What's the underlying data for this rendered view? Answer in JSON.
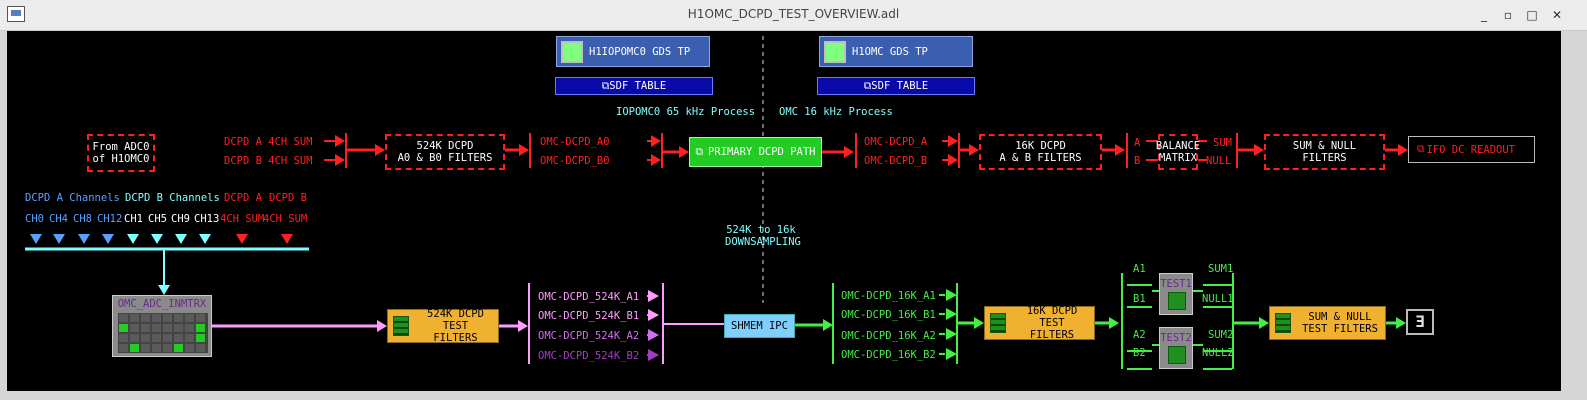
{
  "window": {
    "title": "H1OMC_DCPD_TEST_OVERVIEW.adl",
    "minimize": "_",
    "restore": "▫",
    "maximize": "□",
    "close": "✕"
  },
  "top": {
    "gds_left": "H1IOPOMC0 GDS TP",
    "gds_right": "H1OMC GDS TP",
    "sdf_left": "SDF TABLE",
    "sdf_right": "SDF TABLE",
    "proc_left": "IOPOMC0 65 kHz Process",
    "proc_right": "OMC 16 kHz Process"
  },
  "upper_chain": {
    "from_adc": [
      "From ADC0",
      "of H1OMC0"
    ],
    "dcpd_a_sum": "DCPD A  4CH SUM",
    "dcpd_b_sum": "DCPD B  4CH SUM",
    "filt524": [
      "524K DCPD",
      "A0 & B0 FILTERS"
    ],
    "omc_a0": "OMC-DCPD_A0",
    "omc_b0": "OMC-DCPD_B0",
    "primary": "PRIMARY DCPD PATH",
    "omc_a": "OMC-DCPD_A",
    "omc_b": "OMC-DCPD_B",
    "filt16k": [
      "16K DCPD",
      "A & B FILTERS"
    ],
    "in_a": "A",
    "in_b": "B",
    "balance": [
      "BALANCE",
      "MATRIX"
    ],
    "out_sum": "SUM",
    "out_null": "NULL",
    "sumnull": [
      "SUM & NULL",
      "FILTERS"
    ],
    "ifo": "IFO DC READOUT"
  },
  "channels": {
    "hdr_a": "DCPD A Channels",
    "hdr_b": "DCPD B Channels",
    "hdr_ra": "DCPD A",
    "hdr_rb": "DCPD B",
    "names": [
      "CH0",
      "CH4",
      "CH8",
      "CH12",
      "CH1",
      "CH5",
      "CH9",
      "CH13",
      "4CH SUM",
      "4CH SUM"
    ]
  },
  "lower_chain": {
    "inmtrx": "OMC_ADC_INMTRX",
    "test524": [
      "524K DCPD",
      "TEST FILTERS"
    ],
    "t524": [
      "OMC-DCPD_524K_A1",
      "OMC-DCPD_524K_B1",
      "OMC-DCPD_524K_A2",
      "OMC-DCPD_524K_B2"
    ],
    "downsampling": [
      "524K to 16k",
      "DOWNSAMPLING"
    ],
    "shmem": "SHMEM IPC",
    "t16k": [
      "OMC-DCPD_16K_A1",
      "OMC-DCPD_16K_B1",
      "OMC-DCPD_16K_A2",
      "OMC-DCPD_16K_B2"
    ],
    "test16k": [
      "16K DCPD",
      "TEST FILTERS"
    ],
    "a1": "A1",
    "b1": "B1",
    "a2": "A2",
    "b2": "B2",
    "test1": "TEST1",
    "test2": "TEST2",
    "sum1": "SUM1",
    "null1": "NULL1",
    "sum2": "SUM2",
    "null2": "NULL2",
    "testsum": [
      "SUM & NULL",
      "TEST FILTERS"
    ]
  },
  "colors": {
    "red": "#ff2020",
    "green": "#44ee44",
    "pink": "#ff9cff",
    "violet": "#c060e0",
    "cyan": "#7fffff",
    "blue": "#5aa0ff",
    "orange": "#f0b030"
  }
}
